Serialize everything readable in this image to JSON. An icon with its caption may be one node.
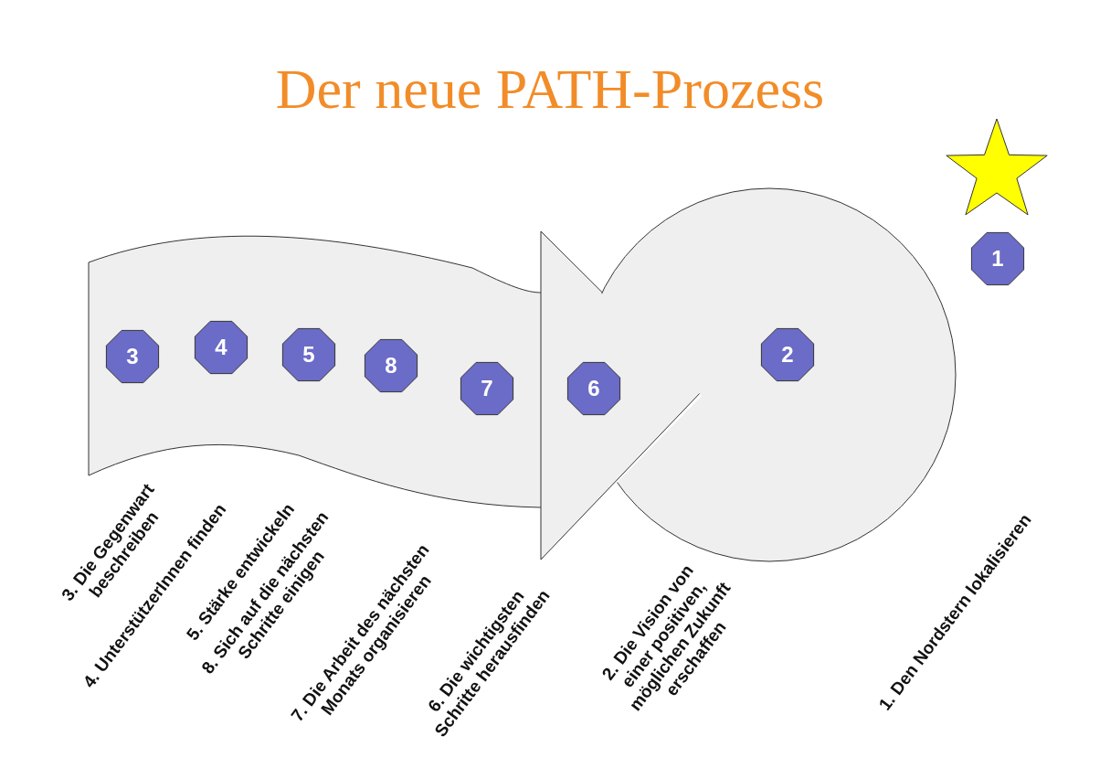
{
  "diagram": {
    "title": "Der neue PATH-Prozess",
    "nodes": [
      {
        "text": [],
        "shape": "arrow"
      },
      {
        "text": [],
        "shape": "circle"
      },
      {
        "text": [],
        "shape": "star"
      },
      {
        "text": [
          "1"
        ]
      },
      {
        "text": [
          "2"
        ],
        "in": 1
      },
      {
        "text": [
          "3"
        ],
        "in": 0
      },
      {
        "text": [
          "4"
        ],
        "in": 0
      },
      {
        "text": [
          "5"
        ],
        "in": 0
      },
      {
        "text": [
          "8"
        ],
        "in": 0
      },
      {
        "text": [
          "7"
        ],
        "in": 0
      },
      {
        "text": [
          "6"
        ],
        "in": 0
      }
    ],
    "labels": [
      "3. Die Gegenwart beschreiben",
      "4. UnterstützerInnen finden",
      "5. Stärke entwickeln",
      "8. Sich auf die nächsten Schritte einigen",
      "7. Die Arbeit des nächsten Monats organisieren",
      "6. Die wichtigsten Schritte herausfinden",
      "2. Die Vision von einer positiven, möglichen Zukunft erschaffen",
      "1. Den Nordstern lokalisieren"
    ]
  }
}
